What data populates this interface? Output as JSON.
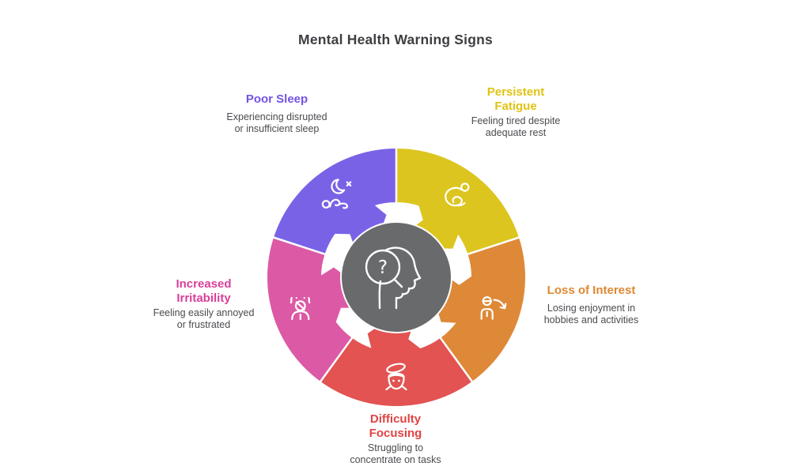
{
  "title": "Mental Health Warning Signs",
  "background_color": "#ffffff",
  "center": {
    "icon": "head-question-icon",
    "color": "#696a6b",
    "icon_color": "#ffffff",
    "glyph": "?"
  },
  "segments": [
    {
      "name": "poor-sleep",
      "label": "Poor Sleep",
      "description": "Experiencing disrupted\nor insufficient sleep",
      "color": "#7a62e7",
      "text_color": "#7452e4",
      "icon": "sleep-moon-icon"
    },
    {
      "name": "persistent-fatigue",
      "label": "Persistent\nFatigue",
      "description": "Feeling tired despite\nadequate rest",
      "color": "#dcc51f",
      "text_color": "#e0c313",
      "icon": "fatigued-person-icon"
    },
    {
      "name": "loss-of-interest",
      "label": "Loss of Interest",
      "description": "Losing enjoyment in\nhobbies and activities",
      "color": "#de8938",
      "text_color": "#dd8834",
      "icon": "declining-person-icon"
    },
    {
      "name": "difficulty-focusing",
      "label": "Difficulty\nFocusing",
      "description": "Struggling to\nconcentrate on tasks",
      "color": "#e25352",
      "text_color": "#e04443",
      "icon": "dizzy-face-icon"
    },
    {
      "name": "increased-irritability",
      "label": "Increased\nIrritability",
      "description": "Feeling easily annoyed\nor frustrated",
      "color": "#dc59a5",
      "text_color": "#da3f9b",
      "icon": "irritated-person-icon"
    }
  ]
}
